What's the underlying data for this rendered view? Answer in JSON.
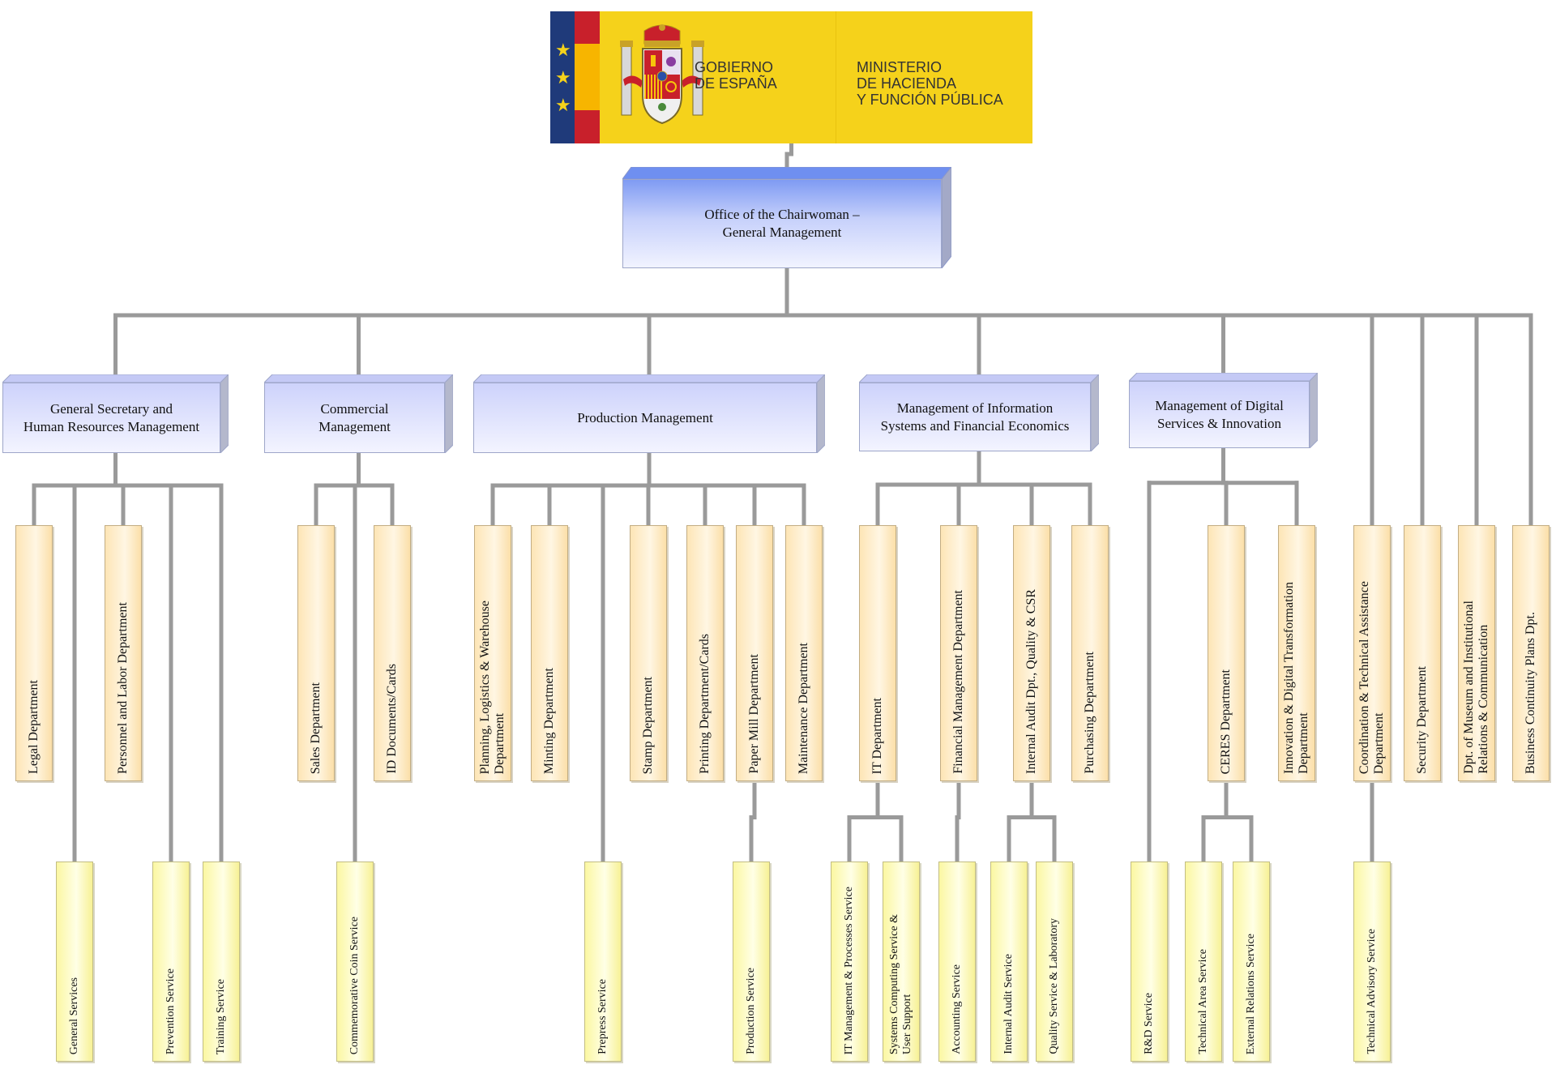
{
  "logo": {
    "line1": "GOBIERNO\nDE ESPAÑA",
    "line2": "MINISTERIO\nDE HACIENDA\nY FUNCIÓN PÚBLICA",
    "colors": {
      "yellow": "#f5d21b",
      "blue": "#1f3a7a",
      "red": "#c8202b"
    }
  },
  "top": {
    "id": "ofc",
    "label": "Office of the Chairwoman –\nGeneral Management"
  },
  "managements": [
    {
      "id": "m1",
      "label": "General Secretary and\nHuman Resources Management"
    },
    {
      "id": "m2",
      "label": "Commercial\nManagement"
    },
    {
      "id": "m3",
      "label": "Production Management"
    },
    {
      "id": "m4",
      "label": "Management of Information\nSystems and Financial Economics"
    },
    {
      "id": "m5",
      "label": "Management of Digital\nServices & Innovation"
    }
  ],
  "departments": [
    {
      "id": "d1",
      "label": "Legal Department"
    },
    {
      "id": "d2",
      "label": "Personnel and Labor Department"
    },
    {
      "id": "d3",
      "label": "Sales Department"
    },
    {
      "id": "d4",
      "label": "ID Documents/Cards"
    },
    {
      "id": "d5",
      "label": "Planning, Logistics & Warehouse\nDepartment"
    },
    {
      "id": "d6",
      "label": "Minting Department"
    },
    {
      "id": "d7",
      "label": "Stamp Department"
    },
    {
      "id": "d8",
      "label": "Printing Department/Cards"
    },
    {
      "id": "d9",
      "label": "Paper Mill Department"
    },
    {
      "id": "d10",
      "label": "Maintenance Department"
    },
    {
      "id": "d11",
      "label": "IT Department"
    },
    {
      "id": "d12",
      "label": "Financial Management Department"
    },
    {
      "id": "d13",
      "label": "Internal Audit Dpt., Quality & CSR"
    },
    {
      "id": "d14",
      "label": "Purchasing Department"
    },
    {
      "id": "d15",
      "label": "CERES Department"
    },
    {
      "id": "d16",
      "label": "Innovation & Digital Transformation\nDepartment"
    },
    {
      "id": "d17",
      "label": "Coordination & Technical Assistance\nDepartment"
    },
    {
      "id": "d18",
      "label": "Security Department"
    },
    {
      "id": "d19",
      "label": "Dpt. of Museum and Institutional\nRelations & Communication"
    },
    {
      "id": "d20",
      "label": "Business Continuity Plans Dpt."
    }
  ],
  "services": [
    {
      "id": "s1",
      "label": "General Services"
    },
    {
      "id": "s2",
      "label": "Prevention Service"
    },
    {
      "id": "s3",
      "label": "Training Service"
    },
    {
      "id": "s4",
      "label": "Commemorative Coin Service"
    },
    {
      "id": "s5",
      "label": "Prepress Service"
    },
    {
      "id": "s6",
      "label": "Production Service"
    },
    {
      "id": "s7",
      "label": "IT Management & Processes Service"
    },
    {
      "id": "s8",
      "label": "Systems Computing Service &\nUser Support"
    },
    {
      "id": "s9",
      "label": "Accounting Service"
    },
    {
      "id": "s10",
      "label": "Internal Audit Service"
    },
    {
      "id": "s11",
      "label": "Quality Service & Laboratory"
    },
    {
      "id": "s12",
      "label": "R&D Service"
    },
    {
      "id": "s13",
      "label": "Technical Area Service"
    },
    {
      "id": "s14",
      "label": "External Relations Service"
    },
    {
      "id": "s15",
      "label": "Technical Advisory Service"
    }
  ],
  "reports_to": {
    "ofc": "logo",
    "m1": "ofc",
    "m2": "ofc",
    "m3": "ofc",
    "m4": "ofc",
    "m5": "ofc",
    "d17": "ofc",
    "d18": "ofc",
    "d19": "ofc",
    "d20": "ofc",
    "d1": "m1",
    "d2": "m1",
    "s1": "m1",
    "s2": "m1",
    "s3": "m1",
    "d3": "m2",
    "d4": "m2",
    "s4": "m2",
    "d5": "m3",
    "d6": "m3",
    "d7": "m3",
    "d8": "m3",
    "d9": "m3",
    "d10": "m3",
    "s5": "m3",
    "s6": "d9",
    "d11": "m4",
    "d12": "m4",
    "d13": "m4",
    "d14": "m4",
    "s7": "d11",
    "s8": "d11",
    "s9": "d12",
    "s10": "d13",
    "s11": "d13",
    "d15": "m5",
    "d16": "m5",
    "s12": "m5",
    "s13": "d15",
    "s14": "d15",
    "s15": "d17"
  },
  "colors": {
    "connector": "#9a9a9a",
    "management_face_top": "#cdd2fb",
    "management_face_bottom": "#f3f4ff",
    "office_face_top": "#7f9bf3",
    "office_face_bottom": "#f1f3ff",
    "department_fill": "#fde5b6",
    "service_fill": "#fbf7a2"
  }
}
